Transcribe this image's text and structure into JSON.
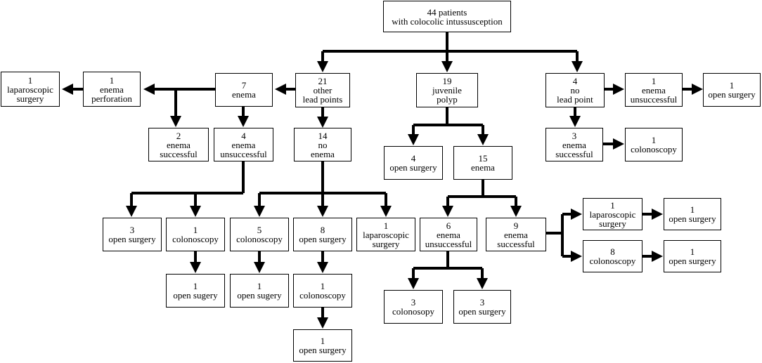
{
  "diagram": {
    "nodes": {
      "root": {
        "text": "44 patients\nwith  colocolic intussusception"
      },
      "other": {
        "text": "21\nother\nlead points"
      },
      "juvenile": {
        "text": "19\njuvenile\npolyp"
      },
      "nolead": {
        "text": "4\nno\nlead point"
      },
      "enema7": {
        "text": "7\nenema"
      },
      "perf": {
        "text": "1\nenema\nperforation"
      },
      "lap1a": {
        "text": "1\nlaparoscopic\nsurgery"
      },
      "succ2": {
        "text": "2\nenema\nsuccessful"
      },
      "unsucc4": {
        "text": "4\nenema\nunsuccessful"
      },
      "noenema14": {
        "text": "14\nno\nenema"
      },
      "open3a": {
        "text": "3\nopen surgery"
      },
      "colo1a": {
        "text": "1\ncolonoscopy"
      },
      "open1a": {
        "text": "1\nopen sugery"
      },
      "colo5": {
        "text": "5\ncolonoscopy"
      },
      "open1b": {
        "text": "1\nopen sugery"
      },
      "open8": {
        "text": "8\nopen surgery"
      },
      "colo1b": {
        "text": "1\ncolonoscopy"
      },
      "open1c": {
        "text": "1\nopen surgery"
      },
      "lap1b": {
        "text": "1\nlaparoscopic\nsurgery"
      },
      "open4": {
        "text": "4\nopen surgery"
      },
      "enema15": {
        "text": "15\nenema"
      },
      "unsucc6": {
        "text": "6\nenema\nunsuccessful"
      },
      "colono3": {
        "text": "3\ncolonosopy"
      },
      "open3b": {
        "text": "3\nopen surgery"
      },
      "succ9": {
        "text": "9\nenema\nsuccessful"
      },
      "lap1c": {
        "text": "1\nlaparoscopic\nsurgery"
      },
      "open1d": {
        "text": "1\nopen surgery"
      },
      "colo8": {
        "text": "8\ncolonoscopy"
      },
      "open1e": {
        "text": "1\nopen surgery"
      },
      "unsucc1": {
        "text": "1\nenema\nunsuccessful"
      },
      "open1f": {
        "text": "1\nopen surgery"
      },
      "succ3": {
        "text": "3\nenema\nsuccessful"
      },
      "colo1c": {
        "text": "1\ncolonoscopy"
      }
    }
  }
}
